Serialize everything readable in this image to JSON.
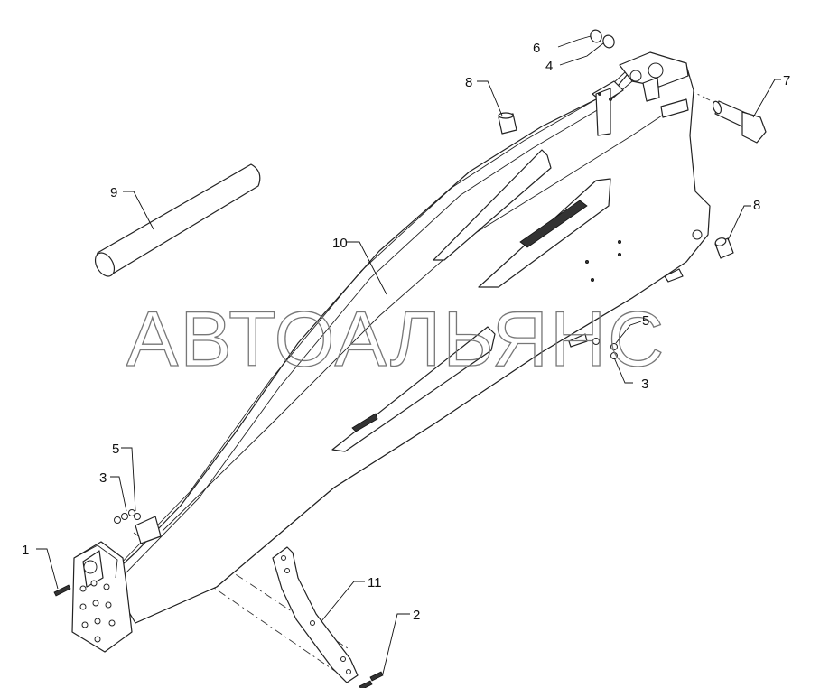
{
  "watermark": "АВТОАЛЬЯНС",
  "callouts": {
    "c1": "1",
    "c2": "2",
    "c3a": "3",
    "c3b": "3",
    "c4": "4",
    "c5a": "5",
    "c5b": "5",
    "c6": "6",
    "c7": "7",
    "c8a": "8",
    "c8b": "8",
    "c9": "9",
    "c10": "10",
    "c11": "11"
  }
}
